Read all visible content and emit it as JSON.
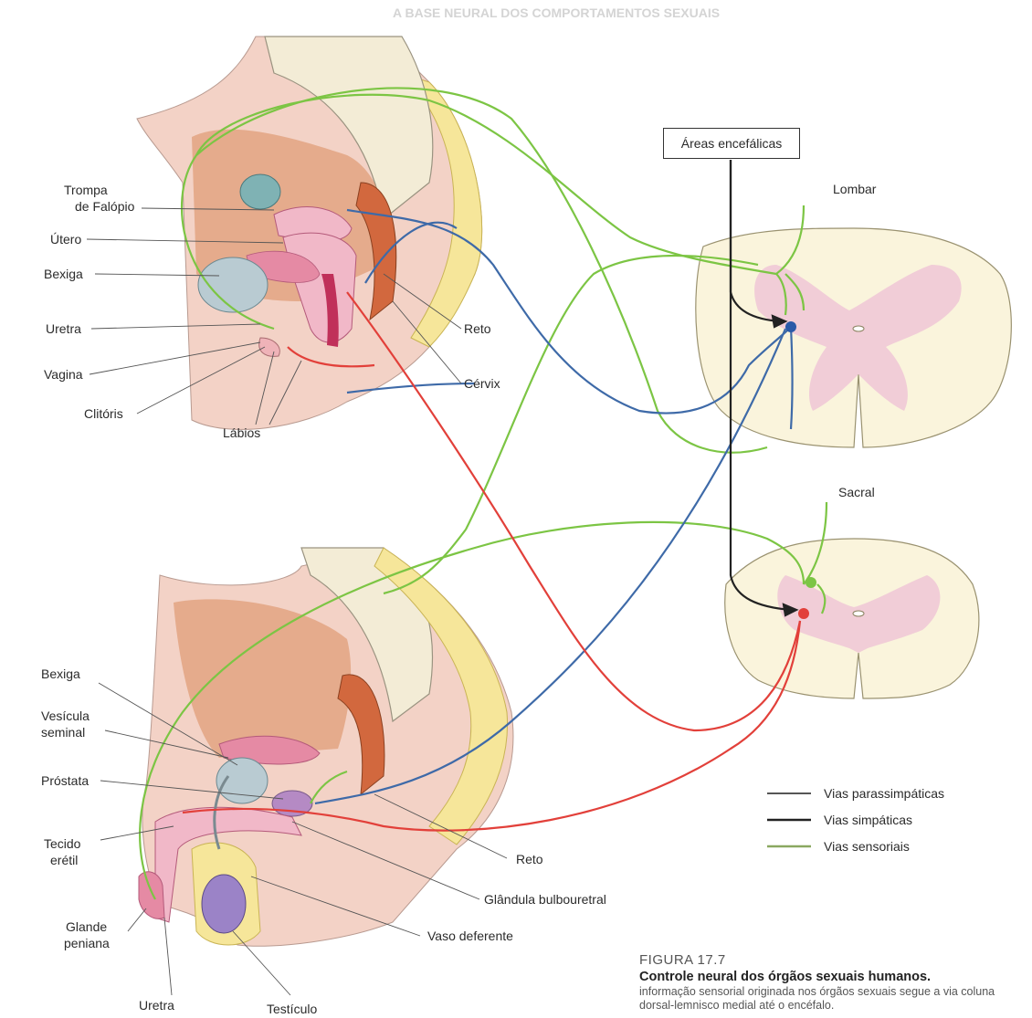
{
  "labels": {
    "trompa_1": "Trompa",
    "trompa_2": "de Falópio",
    "utero": "Útero",
    "bexiga_f": "Bexiga",
    "uretra_f": "Uretra",
    "vagina": "Vagina",
    "clitoris": "Clitóris",
    "labios": "Lábios",
    "reto_f": "Reto",
    "cervix": "Cérvix",
    "bexiga_m": "Bexiga",
    "vesicula_1": "Vesícula",
    "vesicula_2": "seminal",
    "prostata": "Próstata",
    "tecido_1": "Tecido",
    "tecido_2": "erétil",
    "glande_1": "Glande",
    "glande_2": "peniana",
    "uretra_m": "Uretra",
    "testiculo": "Testículo",
    "vaso": "Vaso deferente",
    "glandula": "Glândula bulbouretral",
    "reto_m": "Reto",
    "areas": "Áreas encefálicas",
    "lombar": "Lombar",
    "sacral": "Sacral"
  },
  "legend": [
    {
      "label": "Vias parassimpáticas",
      "color": "#555555"
    },
    {
      "label": "Vias simpáticas",
      "color": "#222222"
    },
    {
      "label": "Vias sensoriais",
      "color": "#8aa860"
    }
  ],
  "caption": {
    "figure": "FIGURA 17.7",
    "title": "Controle neural dos órgãos sexuais humanos.",
    "text": "informação sensorial originada nos órgãos sexuais segue a via coluna dorsal-lemnisco medial até o encéfalo."
  },
  "background_text": {
    "header": "A BASE NEURAL DOS COMPORTAMENTOS SEXUAIS"
  },
  "colors": {
    "sensory": "#7cc544",
    "parasympathetic_red": "#e2403a",
    "sympathetic_blue": "#3e6aa8",
    "descending": "#222222",
    "cord_matter": "#faf4dc",
    "cord_gray": "#efc6d6",
    "skin": "#f3d2c6",
    "fat": "#f6e69a",
    "organ_pink": "#f1b8c8"
  }
}
